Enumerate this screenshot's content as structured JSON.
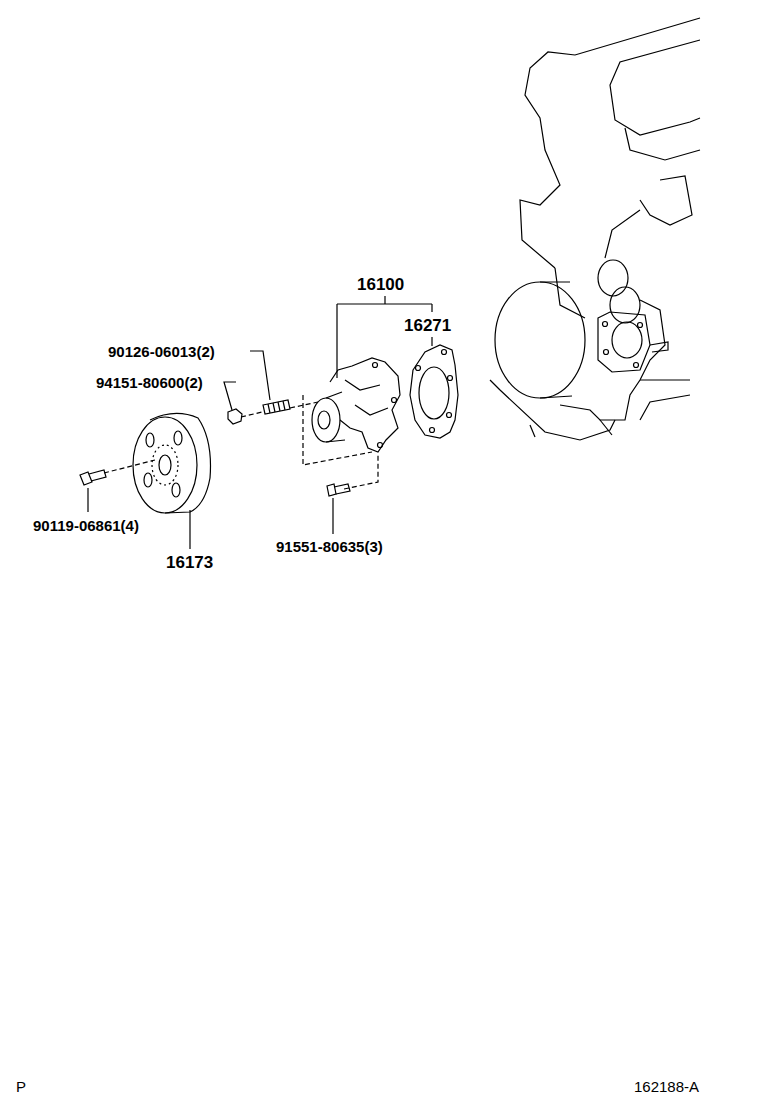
{
  "diagram": {
    "labels": [
      "16100",
      "16271",
      "90126-06013(2)",
      "94151-80600(2)",
      "90119-06861(4)",
      "16173",
      "91551-80635(3)",
      "P",
      "162188-A"
    ]
  }
}
